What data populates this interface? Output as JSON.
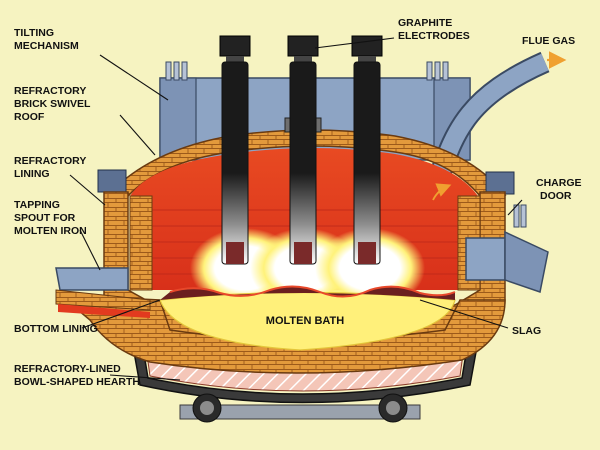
{
  "diagram": {
    "labels": {
      "tilting_mechanism": [
        "TILTING",
        "MECHANISM"
      ],
      "swivel_roof": [
        "REFRACTORY",
        "BRICK SWIVEL",
        "ROOF"
      ],
      "refractory_lining": [
        "REFRACTORY",
        "LINING"
      ],
      "tapping_spout": [
        "TAPPING",
        "SPOUT FOR",
        "MOLTEN IRON"
      ],
      "bottom_lining": [
        "BOTTOM LINING"
      ],
      "hearth": [
        "REFRACTORY-LINED",
        "BOWL-SHAPED HEARTH"
      ],
      "graphite_electrodes": [
        "GRAPHITE",
        "ELECTRODES"
      ],
      "flue_gas": [
        "FLUE GAS"
      ],
      "charge_door": [
        "CHARGE",
        "DOOR"
      ],
      "slag": [
        "SLAG"
      ],
      "molten_bath": [
        "MOLTEN BATH"
      ]
    },
    "colors": {
      "background": "#f6f3c1",
      "brick": "#e39a3c",
      "brick_line": "#9c5a1a",
      "steel_blue": "#8da4c4",
      "dark_blue": "#5c7092",
      "interior_red": "#e23a1f",
      "molten_yellow": "#fff07a",
      "slag_dark": "#6b1f1f",
      "hearth_pink": "#f4c6b8",
      "arrow_orange": "#f0a030"
    }
  }
}
